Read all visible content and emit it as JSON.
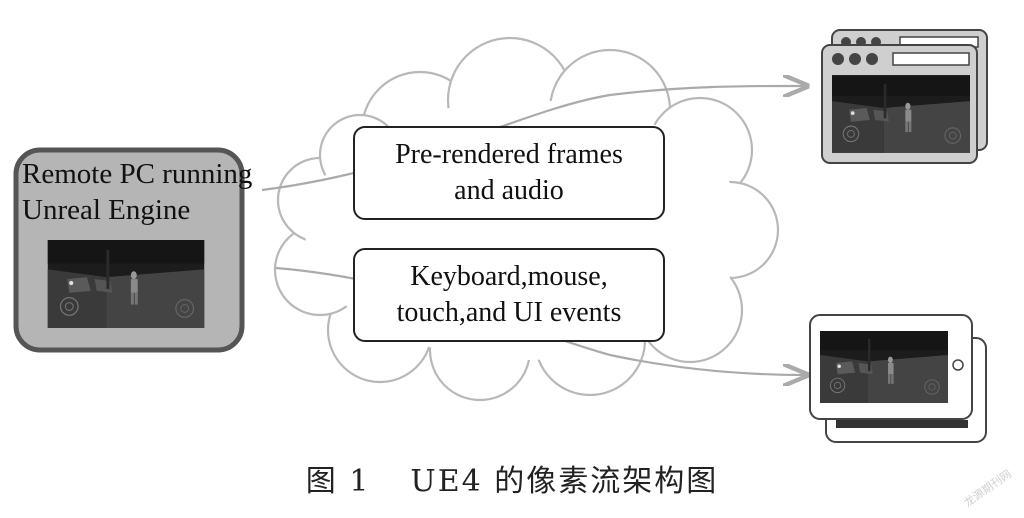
{
  "left_node": {
    "lines": [
      "Remote PC running",
      "Unreal Engine"
    ]
  },
  "messages": {
    "frames": {
      "lines": [
        "Pre-rendered frames",
        "and audio"
      ]
    },
    "events": {
      "lines": [
        "Keyboard,mouse,",
        "touch,and UI events"
      ]
    }
  },
  "caption": {
    "figure": "图 1",
    "title": "UE4 的像素流架构图"
  },
  "watermark": "龙源期刊网",
  "colors": {
    "pc_frame_fill": "#b5b5b5",
    "pc_frame_stroke": "#555555",
    "cloud_stroke": "#b8b8b8",
    "arrow": "#aaaaaa",
    "game_dark": "#1c1c1c",
    "game_floor": "#4a4a4a"
  }
}
